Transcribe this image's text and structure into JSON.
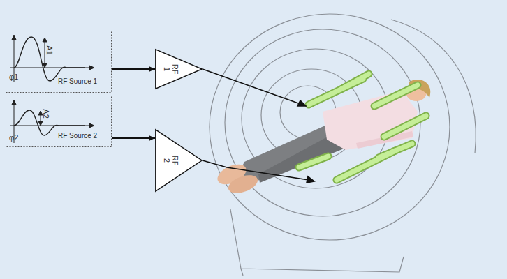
{
  "diagram": {
    "nodes": [
      {
        "text": [
          "A1",
          "φ1",
          "RF Source 1"
        ]
      },
      {
        "text": [
          "RF 1"
        ]
      },
      {
        "text": [
          "A2",
          "φ2",
          "RF Source 2"
        ]
      },
      {
        "text": [
          "RF 2"
        ]
      }
    ],
    "edges": [
      {
        "from": 0,
        "to": 1,
        "arrow": "to"
      },
      {
        "from": 2,
        "to": 3,
        "arrow": "to"
      }
    ]
  }
}
